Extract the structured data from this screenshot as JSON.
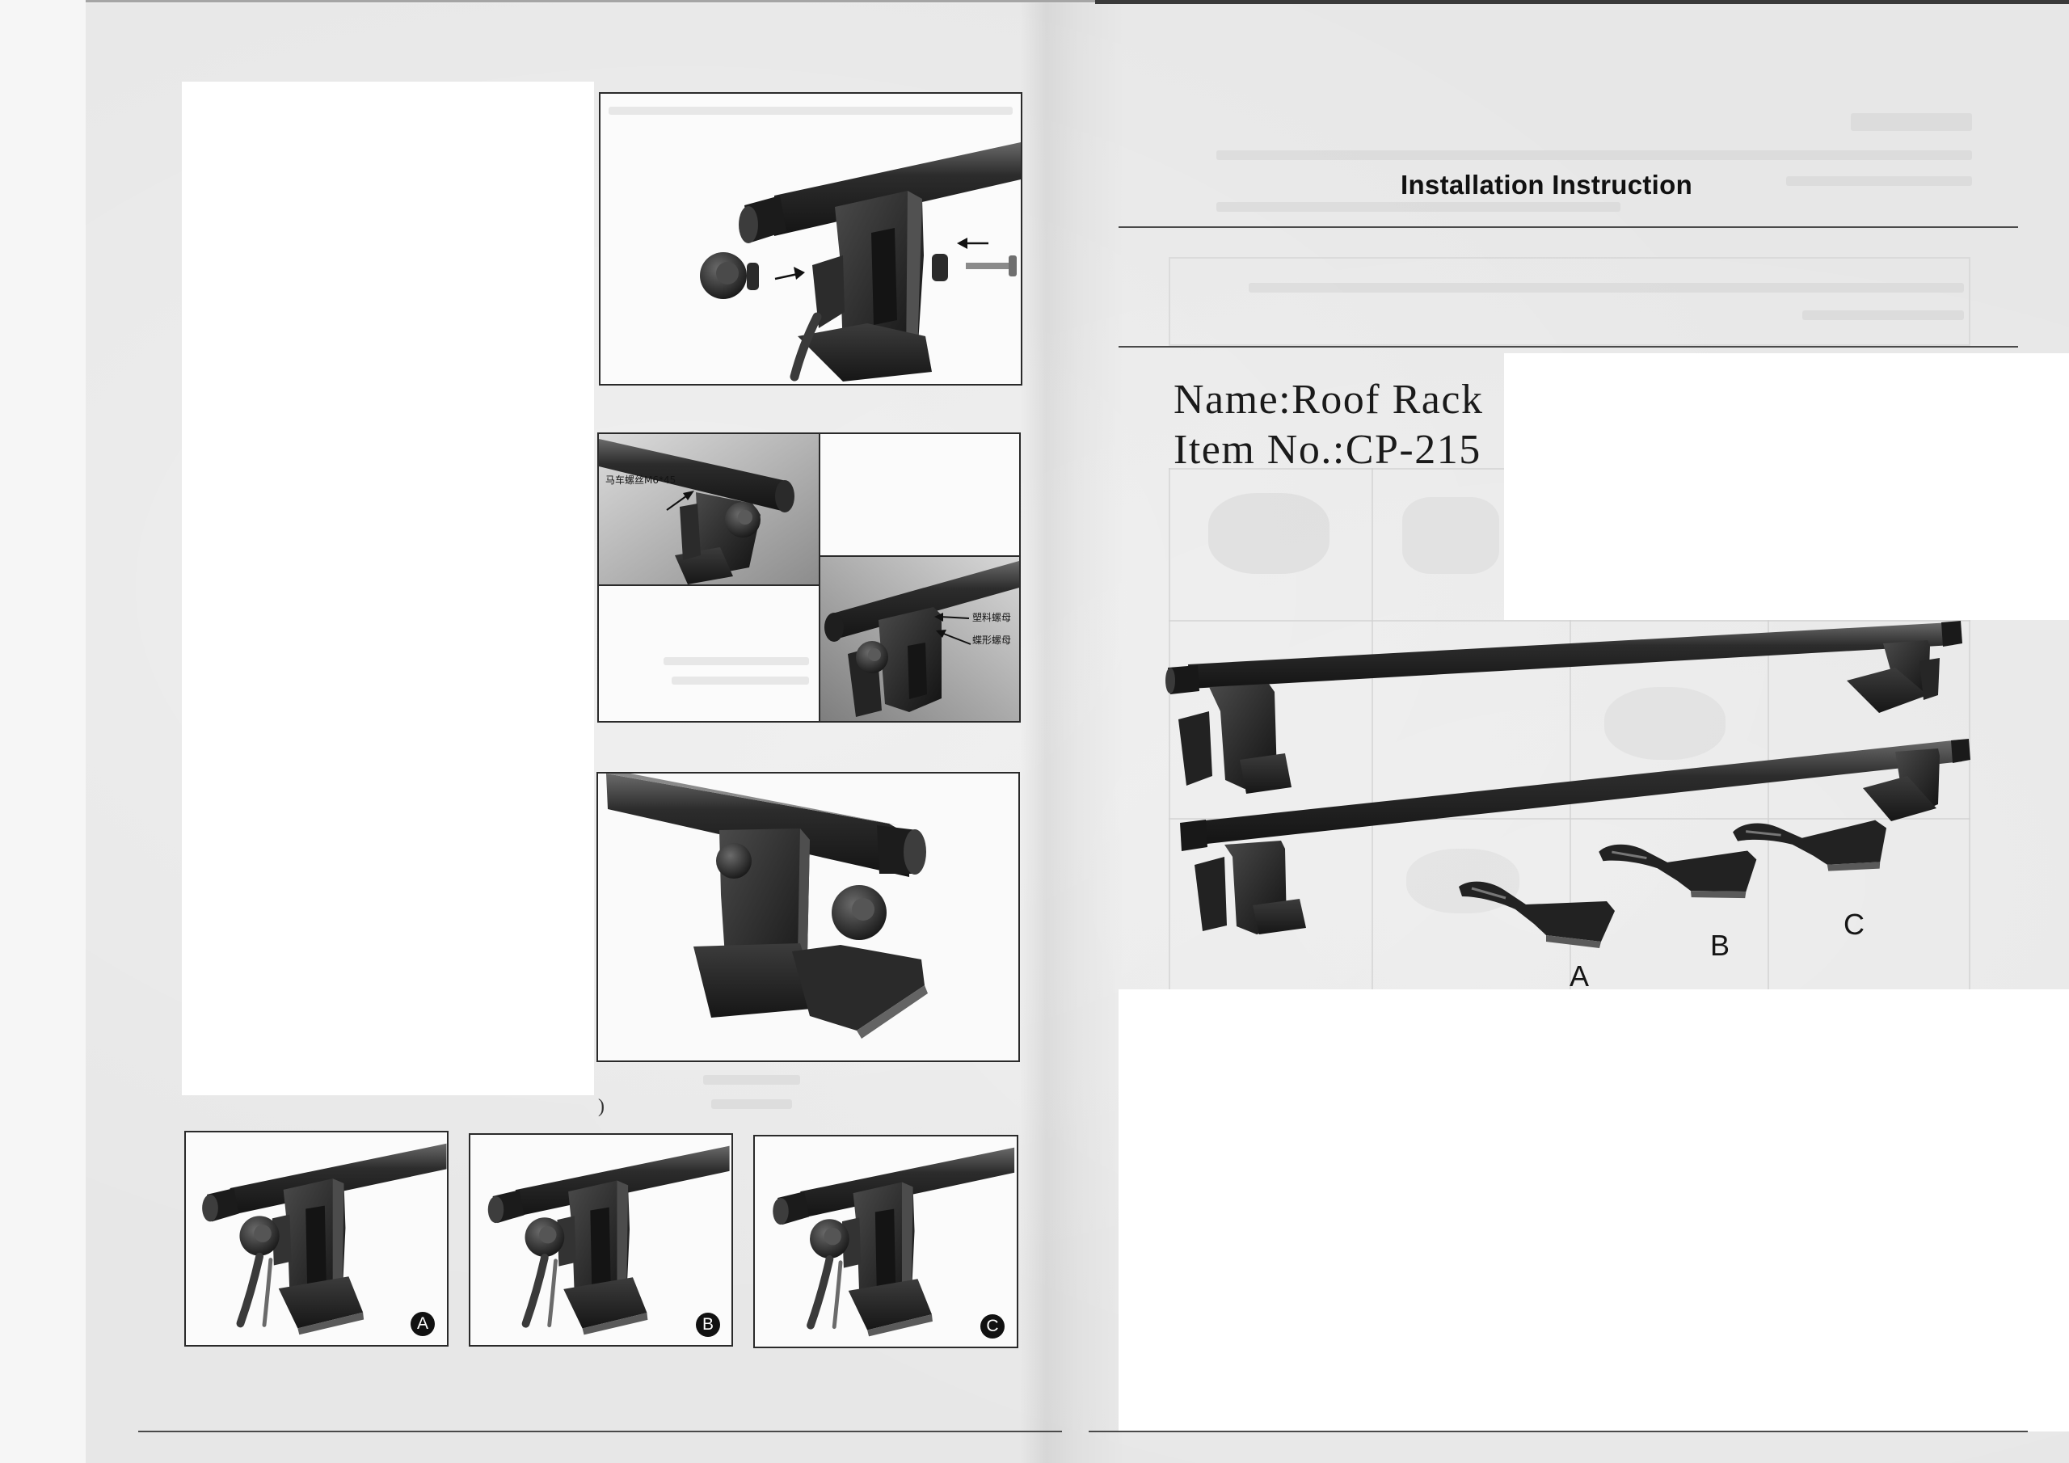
{
  "page": {
    "title": "Installation Instruction",
    "product_name": "Name:Roof Rack",
    "item_no": "Item No.:CP-215"
  },
  "step_figures": {
    "part_labels": {
      "carriage_bolt": "马车螺丝M6*45",
      "plastic_nut": "塑料螺母",
      "wing_nut": "蝶形螺母"
    },
    "stray_mark": ")"
  },
  "foot_variants": [
    {
      "badge": "A"
    },
    {
      "badge": "B"
    },
    {
      "badge": "C"
    }
  ],
  "product_photo": {
    "clip_labels": [
      "A",
      "B",
      "C"
    ]
  },
  "colors": {
    "paper": "#e7e7e7",
    "ink": "#111111",
    "rack_metal": "#2a2a2a",
    "patch": "#ffffff"
  }
}
